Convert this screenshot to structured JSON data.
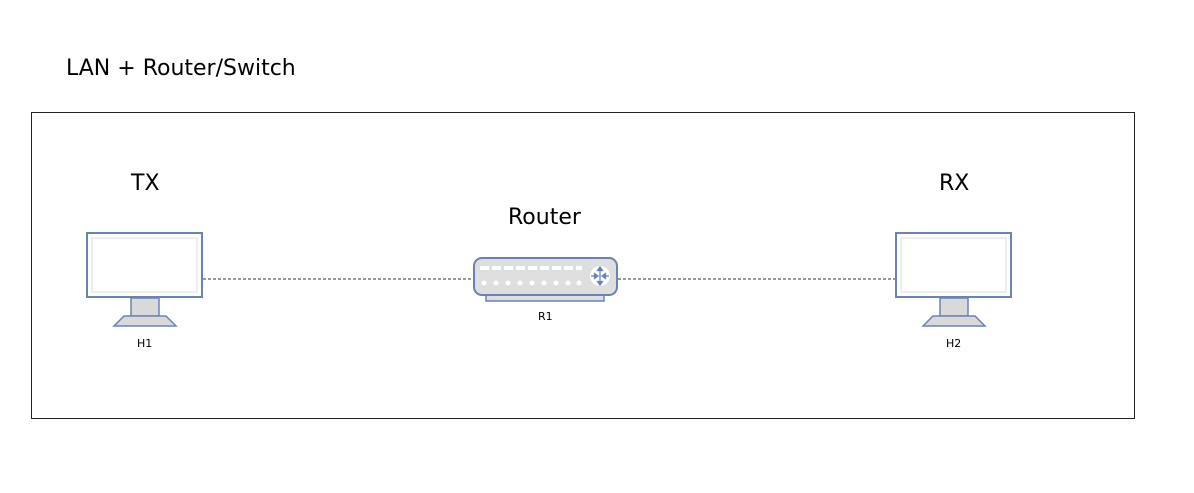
{
  "title": "LAN + Router/Switch",
  "nodes": {
    "tx": {
      "role": "TX",
      "label": "H1",
      "icon": "monitor-icon"
    },
    "router": {
      "role": "Router",
      "label": "R1",
      "icon": "router-icon"
    },
    "rx": {
      "role": "RX",
      "label": "H2",
      "icon": "monitor-icon"
    }
  },
  "links": [
    {
      "from": "H1",
      "to": "R1",
      "style": "dashed"
    },
    {
      "from": "R1",
      "to": "H2",
      "style": "dashed"
    }
  ],
  "colors": {
    "device_outline": "#6c82b4",
    "device_fill": "#dddddd",
    "screen_fill": "#ffffff",
    "link": "#333333"
  }
}
